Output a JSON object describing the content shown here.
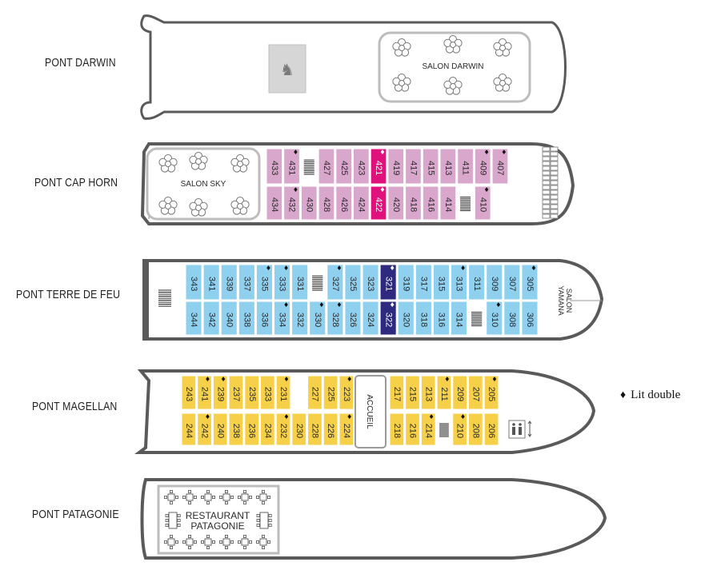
{
  "decks": {
    "darwin": {
      "label": "PONT DARWIN",
      "salon": "SALON DARWIN"
    },
    "caphorn": {
      "label": "PONT CAP HORN",
      "salon": "SALON SKY",
      "top": [
        {
          "n": "433",
          "d": false,
          "c": "std"
        },
        {
          "n": "431",
          "d": true,
          "c": "std"
        },
        {
          "gap": "stairs"
        },
        {
          "n": "427",
          "d": false,
          "c": "std"
        },
        {
          "n": "425",
          "d": false,
          "c": "std"
        },
        {
          "n": "423",
          "d": false,
          "c": "std"
        },
        {
          "n": "421",
          "d": true,
          "c": "hl"
        },
        {
          "n": "419",
          "d": false,
          "c": "std"
        },
        {
          "n": "417",
          "d": false,
          "c": "std"
        },
        {
          "n": "415",
          "d": false,
          "c": "std"
        },
        {
          "n": "413",
          "d": false,
          "c": "std"
        },
        {
          "n": "411",
          "d": false,
          "c": "std"
        },
        {
          "n": "409",
          "d": true,
          "c": "std"
        },
        {
          "n": "407",
          "d": true,
          "c": "std"
        }
      ],
      "bottom": [
        {
          "n": "434",
          "d": false,
          "c": "std"
        },
        {
          "n": "432",
          "d": true,
          "c": "std"
        },
        {
          "n": "430",
          "d": false,
          "c": "std"
        },
        {
          "n": "428",
          "d": false,
          "c": "std"
        },
        {
          "n": "426",
          "d": false,
          "c": "std"
        },
        {
          "n": "424",
          "d": false,
          "c": "std"
        },
        {
          "n": "422",
          "d": true,
          "c": "hl"
        },
        {
          "n": "420",
          "d": false,
          "c": "std"
        },
        {
          "n": "418",
          "d": false,
          "c": "std"
        },
        {
          "n": "416",
          "d": false,
          "c": "std"
        },
        {
          "n": "414",
          "d": false,
          "c": "std"
        },
        {
          "gap": "stairs"
        },
        {
          "n": "410",
          "d": true,
          "c": "std"
        }
      ]
    },
    "terredefeu": {
      "label": "PONT TERRE DE FEU",
      "salon_line1": "SALON",
      "salon_line2": "YAMANA",
      "top": [
        {
          "n": "343",
          "d": false,
          "c": "std"
        },
        {
          "n": "341",
          "d": false,
          "c": "std"
        },
        {
          "n": "339",
          "d": false,
          "c": "std"
        },
        {
          "n": "337",
          "d": false,
          "c": "std"
        },
        {
          "n": "335",
          "d": true,
          "c": "std"
        },
        {
          "n": "333",
          "d": true,
          "c": "std"
        },
        {
          "n": "331",
          "d": false,
          "c": "std"
        },
        {
          "gap": "stairs"
        },
        {
          "n": "327",
          "d": true,
          "c": "std"
        },
        {
          "n": "325",
          "d": false,
          "c": "std"
        },
        {
          "n": "323",
          "d": false,
          "c": "std"
        },
        {
          "n": "321",
          "d": true,
          "c": "hl"
        },
        {
          "n": "319",
          "d": false,
          "c": "std"
        },
        {
          "n": "317",
          "d": false,
          "c": "std"
        },
        {
          "n": "315",
          "d": false,
          "c": "std"
        },
        {
          "n": "313",
          "d": true,
          "c": "std"
        },
        {
          "n": "311",
          "d": false,
          "c": "std"
        },
        {
          "n": "309",
          "d": false,
          "c": "std"
        },
        {
          "n": "307",
          "d": false,
          "c": "std"
        },
        {
          "n": "305",
          "d": true,
          "c": "std"
        }
      ],
      "bottom": [
        {
          "n": "344",
          "d": false,
          "c": "std"
        },
        {
          "n": "342",
          "d": false,
          "c": "std"
        },
        {
          "n": "340",
          "d": false,
          "c": "std"
        },
        {
          "n": "338",
          "d": false,
          "c": "std"
        },
        {
          "n": "336",
          "d": false,
          "c": "std"
        },
        {
          "n": "334",
          "d": true,
          "c": "std"
        },
        {
          "n": "332",
          "d": false,
          "c": "std"
        },
        {
          "n": "330",
          "d": true,
          "c": "std"
        },
        {
          "n": "328",
          "d": true,
          "c": "std"
        },
        {
          "n": "326",
          "d": false,
          "c": "std"
        },
        {
          "n": "324",
          "d": false,
          "c": "std"
        },
        {
          "n": "322",
          "d": true,
          "c": "hl"
        },
        {
          "n": "320",
          "d": false,
          "c": "std"
        },
        {
          "n": "318",
          "d": false,
          "c": "std"
        },
        {
          "n": "316",
          "d": false,
          "c": "std"
        },
        {
          "n": "314",
          "d": false,
          "c": "std"
        },
        {
          "gap": "stairs"
        },
        {
          "n": "310",
          "d": true,
          "c": "std"
        },
        {
          "n": "308",
          "d": false,
          "c": "std"
        },
        {
          "n": "306",
          "d": false,
          "c": "std"
        }
      ]
    },
    "magellan": {
      "label": "PONT MAGELLAN",
      "reception": "ACCUEIL",
      "top_left": [
        {
          "n": "243",
          "d": false
        },
        {
          "n": "241",
          "d": true
        },
        {
          "n": "239",
          "d": true
        },
        {
          "n": "237",
          "d": false
        },
        {
          "n": "235",
          "d": false
        },
        {
          "n": "233",
          "d": false
        },
        {
          "n": "231",
          "d": true
        },
        {
          "gap": "blank"
        },
        {
          "n": "227",
          "d": false
        },
        {
          "n": "225",
          "d": false
        },
        {
          "n": "223",
          "d": true
        }
      ],
      "top_right": [
        {
          "n": "217",
          "d": false
        },
        {
          "n": "215",
          "d": false
        },
        {
          "n": "213",
          "d": false
        },
        {
          "n": "211",
          "d": true
        },
        {
          "n": "209",
          "d": false
        },
        {
          "n": "207",
          "d": false
        },
        {
          "n": "205",
          "d": true
        }
      ],
      "bottom_left": [
        {
          "n": "244",
          "d": false
        },
        {
          "n": "242",
          "d": true
        },
        {
          "n": "240",
          "d": false
        },
        {
          "n": "238",
          "d": false
        },
        {
          "n": "236",
          "d": false
        },
        {
          "n": "234",
          "d": false
        },
        {
          "n": "232",
          "d": true
        },
        {
          "n": "230",
          "d": false
        },
        {
          "n": "228",
          "d": false
        },
        {
          "n": "226",
          "d": false
        },
        {
          "n": "224",
          "d": true
        }
      ],
      "bottom_right": [
        {
          "n": "218",
          "d": false
        },
        {
          "n": "216",
          "d": false
        },
        {
          "n": "214",
          "d": true
        },
        {
          "gap": "stairs"
        },
        {
          "n": "210",
          "d": true
        },
        {
          "n": "208",
          "d": false
        },
        {
          "n": "206",
          "d": false
        }
      ]
    },
    "patagonie": {
      "label": "PONT PATAGONIE",
      "restaurant_line1": "RESTAURANT",
      "restaurant_line2": "PATAGONIE"
    }
  },
  "legend": {
    "symbol": "♦",
    "text": "Lit double"
  },
  "colors": {
    "hull": "#5a5a5a",
    "pink": "#d9a7cc",
    "magenta": "#e0117c",
    "blue": "#8fd0ef",
    "navy": "#2e2a7f",
    "yellow": "#f5d048",
    "room_border": "#ffffff",
    "lounge_border": "#bdbdbd",
    "text": "#2a2a2a"
  }
}
